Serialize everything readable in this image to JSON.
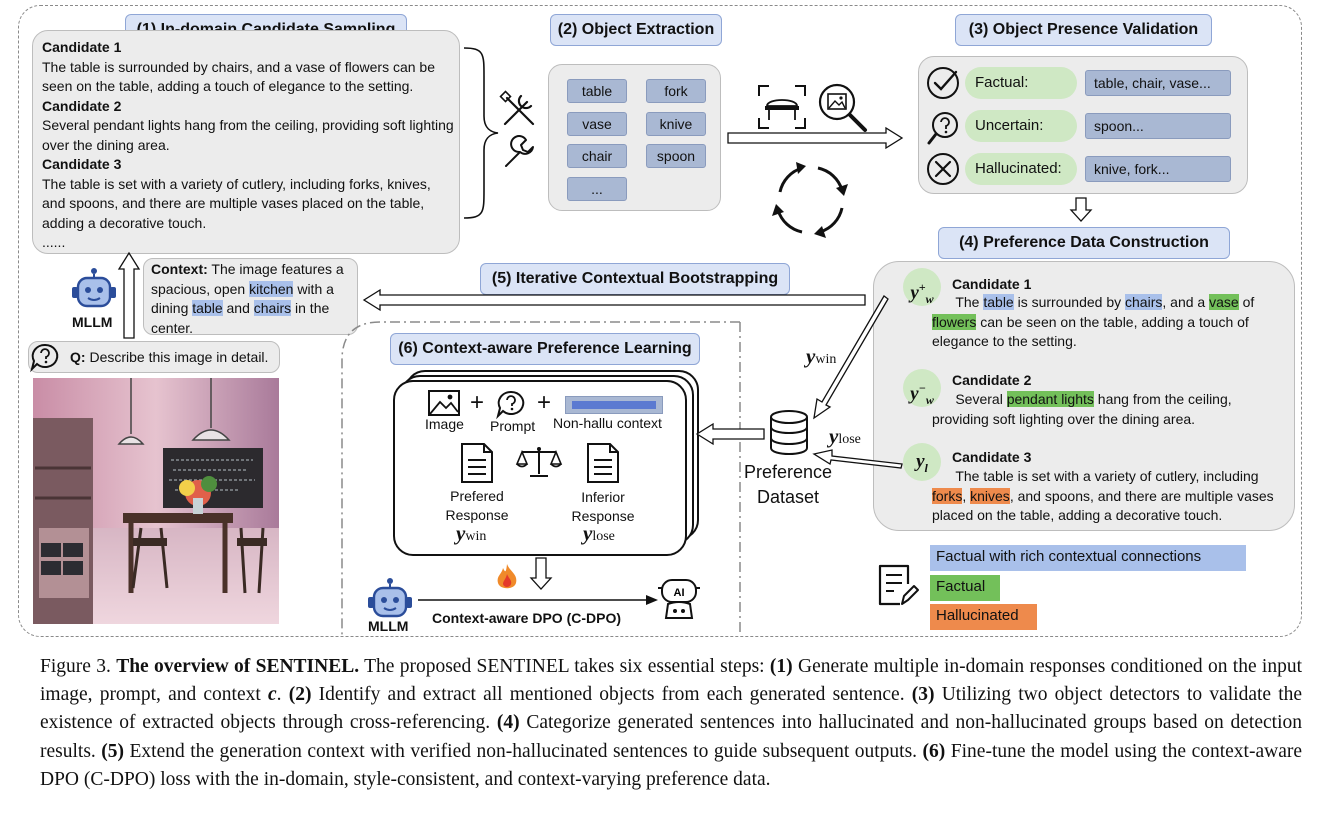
{
  "stages": {
    "s1": "(1) In-domain Candidate Sampling",
    "s2": "(2) Object Extraction",
    "s3": "(3) Object Presence Validation",
    "s4": "(4) Preference Data Construction",
    "s5": "(5) Iterative Contextual Bootstrapping",
    "s6": "(6) Context-aware Preference Learning"
  },
  "candidates_panel": {
    "c1_title": "Candidate 1",
    "c1_text": "The table is surrounded by chairs, and a vase of flowers can be seen on the table, adding a touch of elegance to the setting.",
    "c2_title": "Candidate 2",
    "c2_text": "Several pendant lights hang from the ceiling, providing soft lighting over the dining area.",
    "c3_title": "Candidate 3",
    "c3_text": "The table is set with a variety of cutlery, including forks, knives, and spoons, and there are multiple vases placed on the table, adding a decorative touch.",
    "ellipsis": "......"
  },
  "objects": [
    "table",
    "fork",
    "vase",
    "knive",
    "chair",
    "spoon",
    "..."
  ],
  "validation": {
    "factual_label": "Factual:",
    "factual_value": "table, chair, vase...",
    "uncertain_label": "Uncertain:",
    "uncertain_value": "spoon...",
    "hallucinated_label": "Hallucinated:",
    "hallucinated_value": "knive, fork..."
  },
  "context_box": {
    "label": "Context:",
    "p1": "The image features a spacious, open",
    "kitchen": "kitchen",
    "p2": "with a dining",
    "table": "table",
    "and": "and",
    "chairs": "chairs",
    "p3": "in the center."
  },
  "mllm_label": "MLLM",
  "question": {
    "label": "Q:",
    "text": "Describe this image in detail."
  },
  "preference": {
    "badge1_main": "y",
    "badge1_sup": "+",
    "badge1_sub": "w",
    "badge2_main": "y",
    "badge2_sup": "−",
    "badge2_sub": "w",
    "badge3_main": "y",
    "badge3_sub": "l",
    "c1_title": "Candidate 1",
    "c2_title": "Candidate 2",
    "c3_title": "Candidate 3",
    "c1": {
      "t1": "The",
      "table": "table",
      "t2": "is surrounded by",
      "chairs": "chairs",
      "t3": ", and a",
      "vase": "vase",
      "t4": "of",
      "flowers": "flowers",
      "t5": "can be seen on the table, adding a touch of elegance to the setting."
    },
    "c2": {
      "t1": "Several",
      "pendant": "pendant lights",
      "t2": "hang from the ceiling, providing soft lighting over the dining area."
    },
    "c3": {
      "t1": "The table is set with a variety of cutlery, including",
      "forks": "forks",
      "t2": ",",
      "knives": "knives",
      "t3": ", and spoons, and there are multiple vases placed on the table, adding a decorative touch."
    }
  },
  "dataset_label_1": "Preference",
  "dataset_label_2": "Dataset",
  "ywin_main": "y",
  "ywin_sub": "win",
  "ylose_main": "y",
  "ylose_sub": "lose",
  "legend": {
    "rich": "Factual with rich contextual connections",
    "factual": "Factual",
    "hallucinated": "Hallucinated"
  },
  "learning": {
    "image": "Image",
    "prompt": "Prompt",
    "nonhallu": "Non-hallu context",
    "preferred_1": "Prefered",
    "preferred_2": "Response",
    "inferior_1": "Inferior",
    "inferior_2": "Response",
    "cdpo": "Context-aware DPO (C-DPO)"
  },
  "caption": {
    "fig": "Figure 3.",
    "title": "The overview of SENTINEL.",
    "s0": "The proposed SENTINEL takes six essential steps:",
    "n1": "(1)",
    "s1": "Generate multiple in-domain responses conditioned on the input image, prompt, and context",
    "c": "c",
    "n2": "(2)",
    "s2": "Identify and extract all mentioned objects from each generated sentence.",
    "n3": "(3)",
    "s3": "Utilizing two object detectors to validate the existence of extracted objects through cross-referencing.",
    "n4": "(4)",
    "s4": "Categorize generated sentences into hallucinated and non-hallucinated groups based on detection results.",
    "n5": "(5)",
    "s5": "Extend the generation context with verified non-hallucinated sentences to guide subsequent outputs.",
    "n6": "(6)",
    "s6": "Fine-tune the model using the context-aware DPO (C-DPO) loss with the in-domain, style-consistent, and context-varying preference data."
  },
  "colors": {
    "blue": "#a9c0ea",
    "green": "#73c05a",
    "orange": "#ee8a4c",
    "title_bg": "#dbe4f6"
  }
}
